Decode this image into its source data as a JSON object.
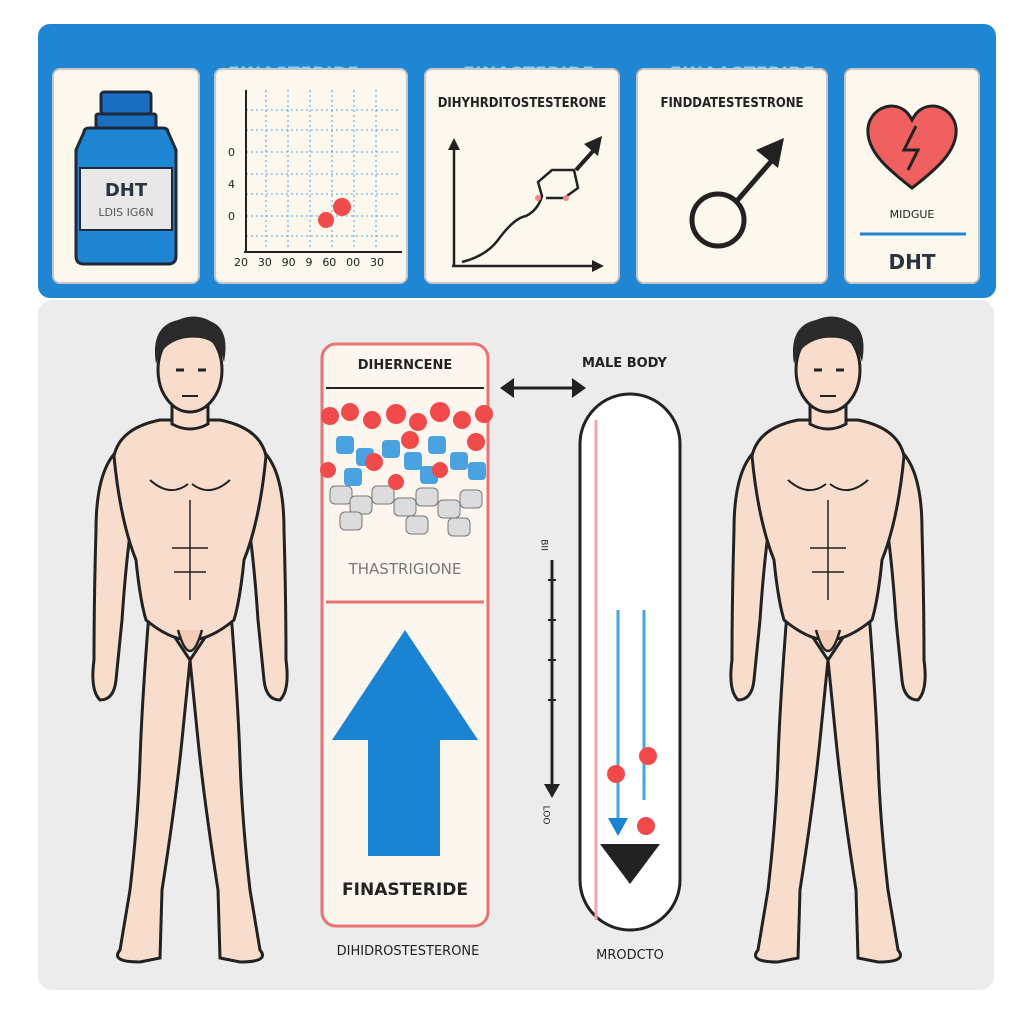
{
  "banner": {
    "headings": [
      "FINASTERIDE",
      "FINASTERIDE",
      "FINAASTERIDE"
    ]
  },
  "cards": {
    "bottle": {
      "label": "DHT",
      "sublabel": "LDIS  IG6N"
    },
    "scatter": {
      "y_ticks": [
        "0",
        "4",
        "0"
      ],
      "x_ticks": [
        "20",
        "30",
        "90",
        "9",
        "60",
        "00",
        "30"
      ]
    },
    "growth": {
      "title": "DIHYHRDITOSTESTERONE"
    },
    "male_symbol": {
      "title": "FINDDATESTESTRONE"
    },
    "heart": {
      "caption": "MIDGUE",
      "label": "DHT"
    }
  },
  "diagram": {
    "column_title": "DIHERNCENE",
    "molecule_caption": "THASTRIGIONE",
    "arrow_label": "FINASTERIDE",
    "bottom_caption": "DIHIDROSTESTERONE",
    "male_body_label": "MALE BODY",
    "gauge_bottom_caption": "MRODCTO",
    "scale_top_label": "BII",
    "scale_bottom_label": "LOO"
  },
  "colors": {
    "banner_blue": "#1f86d3",
    "arrow_blue": "#1a83d2",
    "accent_red": "#f04a4a",
    "skin": "#f8ddcc"
  }
}
